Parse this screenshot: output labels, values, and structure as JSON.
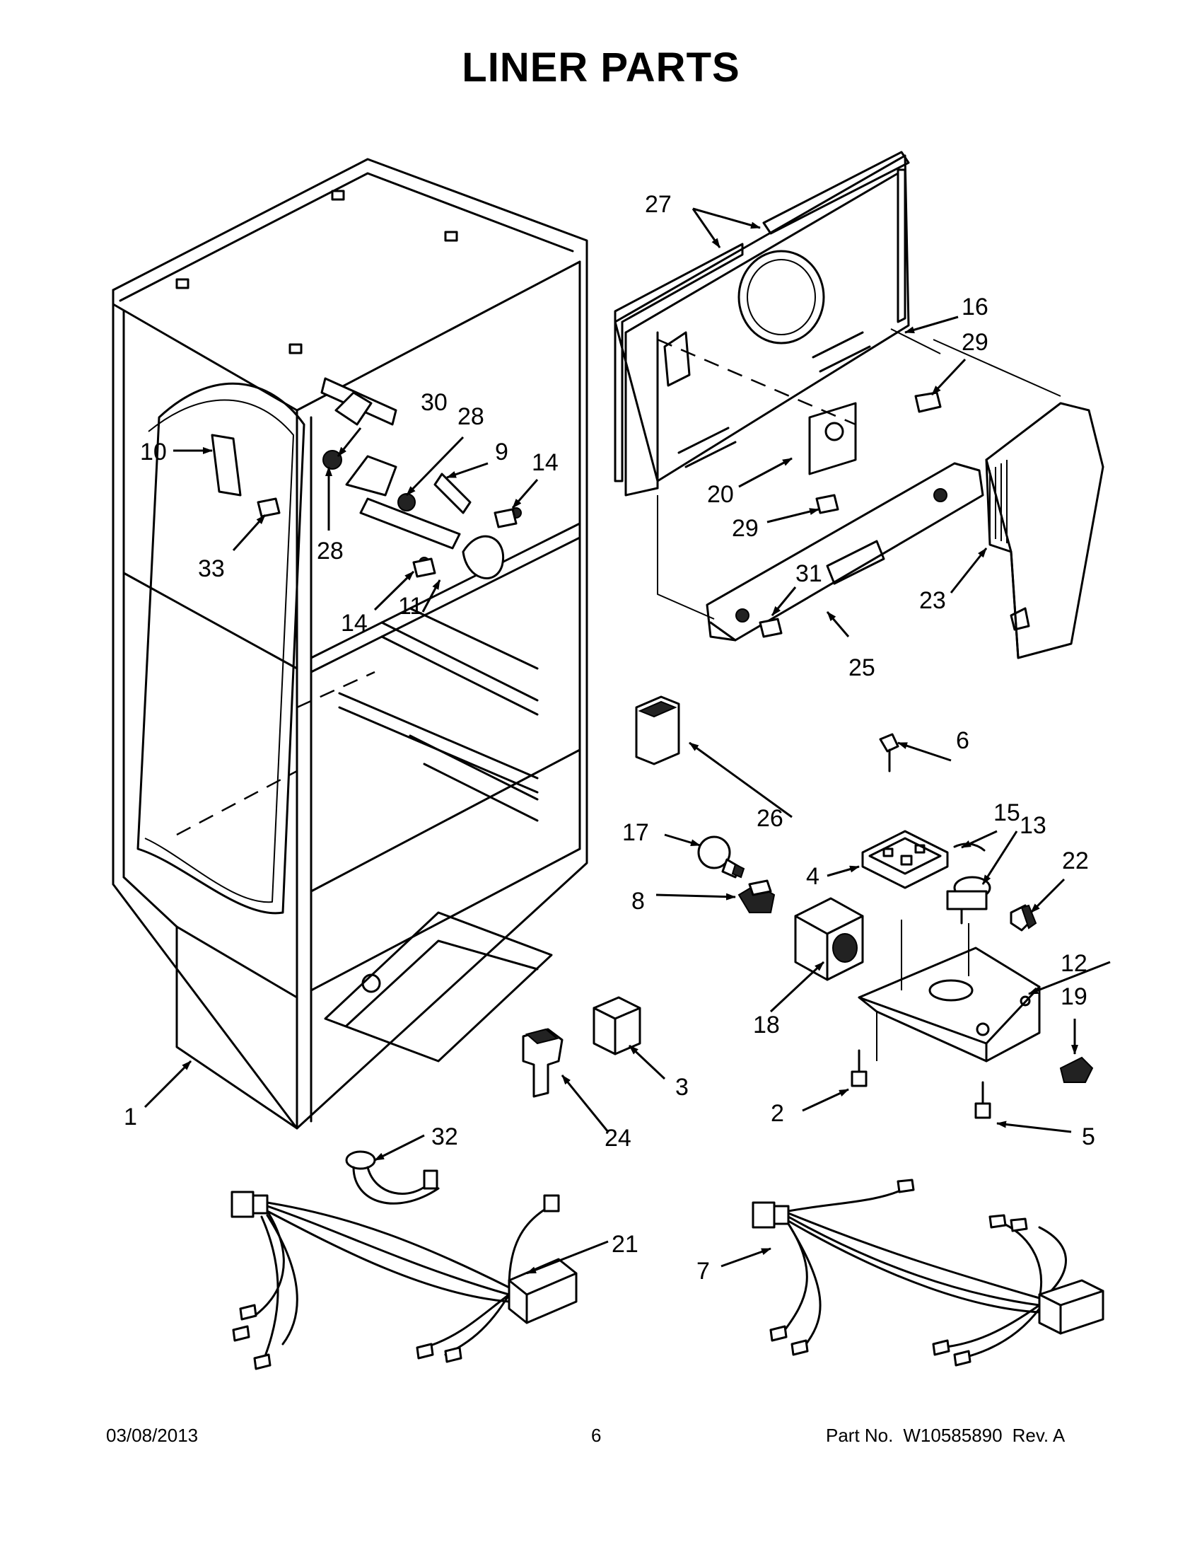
{
  "title": "LINER PARTS",
  "footer": {
    "date": "03/08/2013",
    "page": "6",
    "part_label": "Part No.",
    "part_number": "W10585890",
    "revision": "Rev.  A"
  },
  "callouts": {
    "c1": "1",
    "c2": "2",
    "c3": "3",
    "c4": "4",
    "c5": "5",
    "c6": "6",
    "c7": "7",
    "c8": "8",
    "c9": "9",
    "c10": "10",
    "c11": "11",
    "c12": "12",
    "c13": "13",
    "c14a": "14",
    "c14b": "14",
    "c15": "15",
    "c16": "16",
    "c17": "17",
    "c18": "18",
    "c19": "19",
    "c20": "20",
    "c21": "21",
    "c22": "22",
    "c23": "23",
    "c24": "24",
    "c25": "25",
    "c26": "26",
    "c27": "27",
    "c28a": "28",
    "c28b": "28",
    "c29a": "29",
    "c29b": "29",
    "c30": "30",
    "c31": "31",
    "c32": "32",
    "c33": "33"
  }
}
